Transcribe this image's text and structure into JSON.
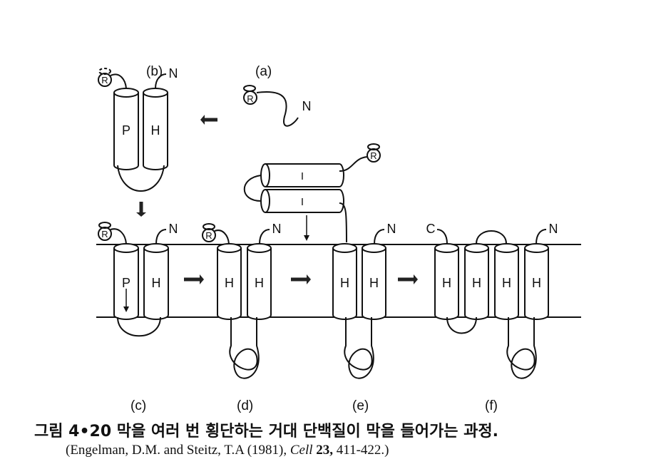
{
  "panels": {
    "a": "(a)",
    "b": "(b)",
    "c": "(c)",
    "d": "(d)",
    "e": "(e)",
    "f": "(f)"
  },
  "helix_labels": {
    "P": "P",
    "H": "H",
    "I": "I",
    "N": "N",
    "C": "C",
    "R": "R"
  },
  "caption": {
    "title": "그림 4•20  막을 여러 번 횡단하는 거대 단백질이 막을 들어가는 과정.",
    "citation_prefix": "(Engelman, D.M. and Steitz, T.A (1981), ",
    "citation_journal": "Cell",
    "citation_volume": " 23,",
    "citation_pages": " 411-422.)"
  }
}
